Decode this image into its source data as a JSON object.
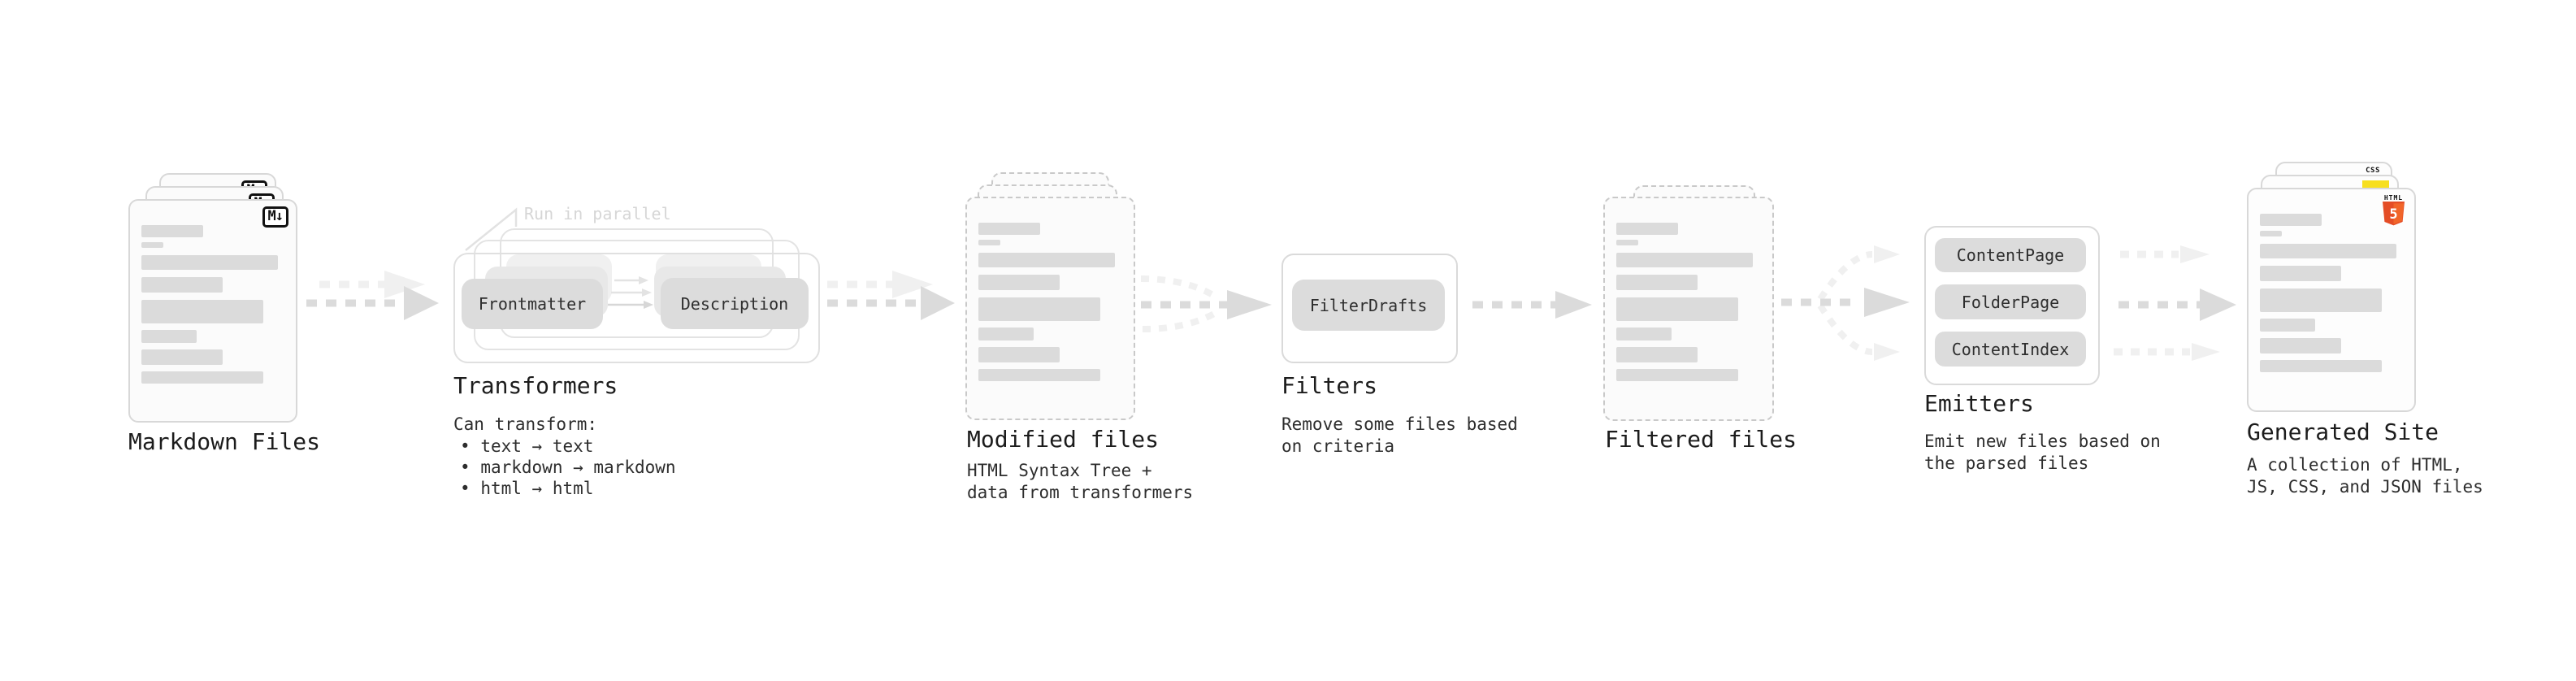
{
  "stages": {
    "markdown_files": {
      "label": "Markdown Files",
      "badge": "M↓"
    },
    "transformers": {
      "annotation": "Run in parallel",
      "node_a": "Frontmatter",
      "node_b": "Description",
      "title": "Transformers",
      "desc_heading": "Can transform:",
      "bullet_char": "•",
      "bullets": [
        "text → text",
        "markdown → markdown",
        "html → html"
      ]
    },
    "modified_files": {
      "label": "Modified files",
      "subtitle_lines": [
        "HTML Syntax Tree +",
        "data from transformers"
      ]
    },
    "filters": {
      "title": "Filters",
      "node": "FilterDrafts",
      "subtitle_lines": [
        "Remove some files based",
        "on criteria"
      ]
    },
    "filtered_files": {
      "label": "Filtered files"
    },
    "emitters": {
      "title": "Emitters",
      "nodes": [
        "ContentPage",
        "FolderPage",
        "ContentIndex"
      ],
      "subtitle_lines": [
        "Emit new files based on",
        "the parsed files"
      ]
    },
    "generated_site": {
      "label": "Generated Site",
      "subtitle_lines": [
        "A collection of HTML,",
        "JS, CSS, and JSON files"
      ],
      "badges": {
        "css": "CSS",
        "html_label": "HTML",
        "html_number": "5"
      }
    }
  },
  "colors": {
    "accent_orange": "#e44d26",
    "accent_yellow": "#f7df1e",
    "accent_blue": "#2b6af0",
    "card_border": "#d8d8d8",
    "pill_fill": "#dcdcdc",
    "arrow_dark": "#dbdbdb",
    "arrow_light": "#f0f0f0"
  }
}
